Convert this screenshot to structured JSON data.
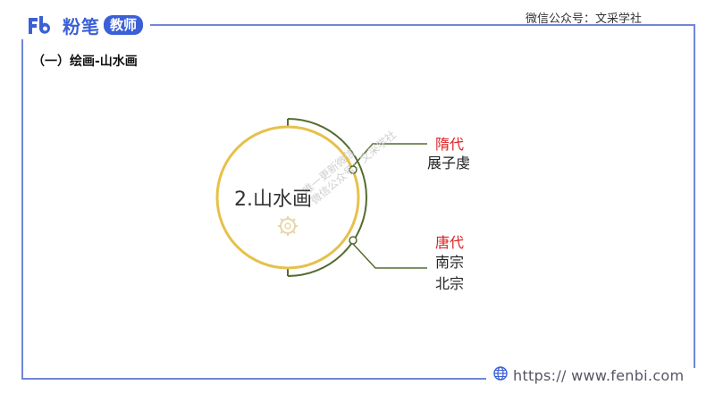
{
  "header": {
    "logo_text": "粉笔",
    "logo_badge": "教师",
    "wechat": "微信公众号：文采学社"
  },
  "section_title": "（一）绘画-山水画",
  "diagram": {
    "center_label": "2.山水画",
    "branches": [
      {
        "era": "隋代",
        "people": [
          "展子虔"
        ]
      },
      {
        "era": "唐代",
        "people": [
          "南宗",
          "北宗"
        ]
      }
    ],
    "watermark_lines": [
      "唯一更新微信",
      "微信公众号：文采学社"
    ]
  },
  "footer": {
    "url": "https:// www.fenbi.com"
  },
  "colors": {
    "frame": "#6f87d6",
    "circle": "#e6c14a",
    "arc": "#556b2f",
    "era": "#e02020",
    "brand": "#3b5fd6"
  }
}
